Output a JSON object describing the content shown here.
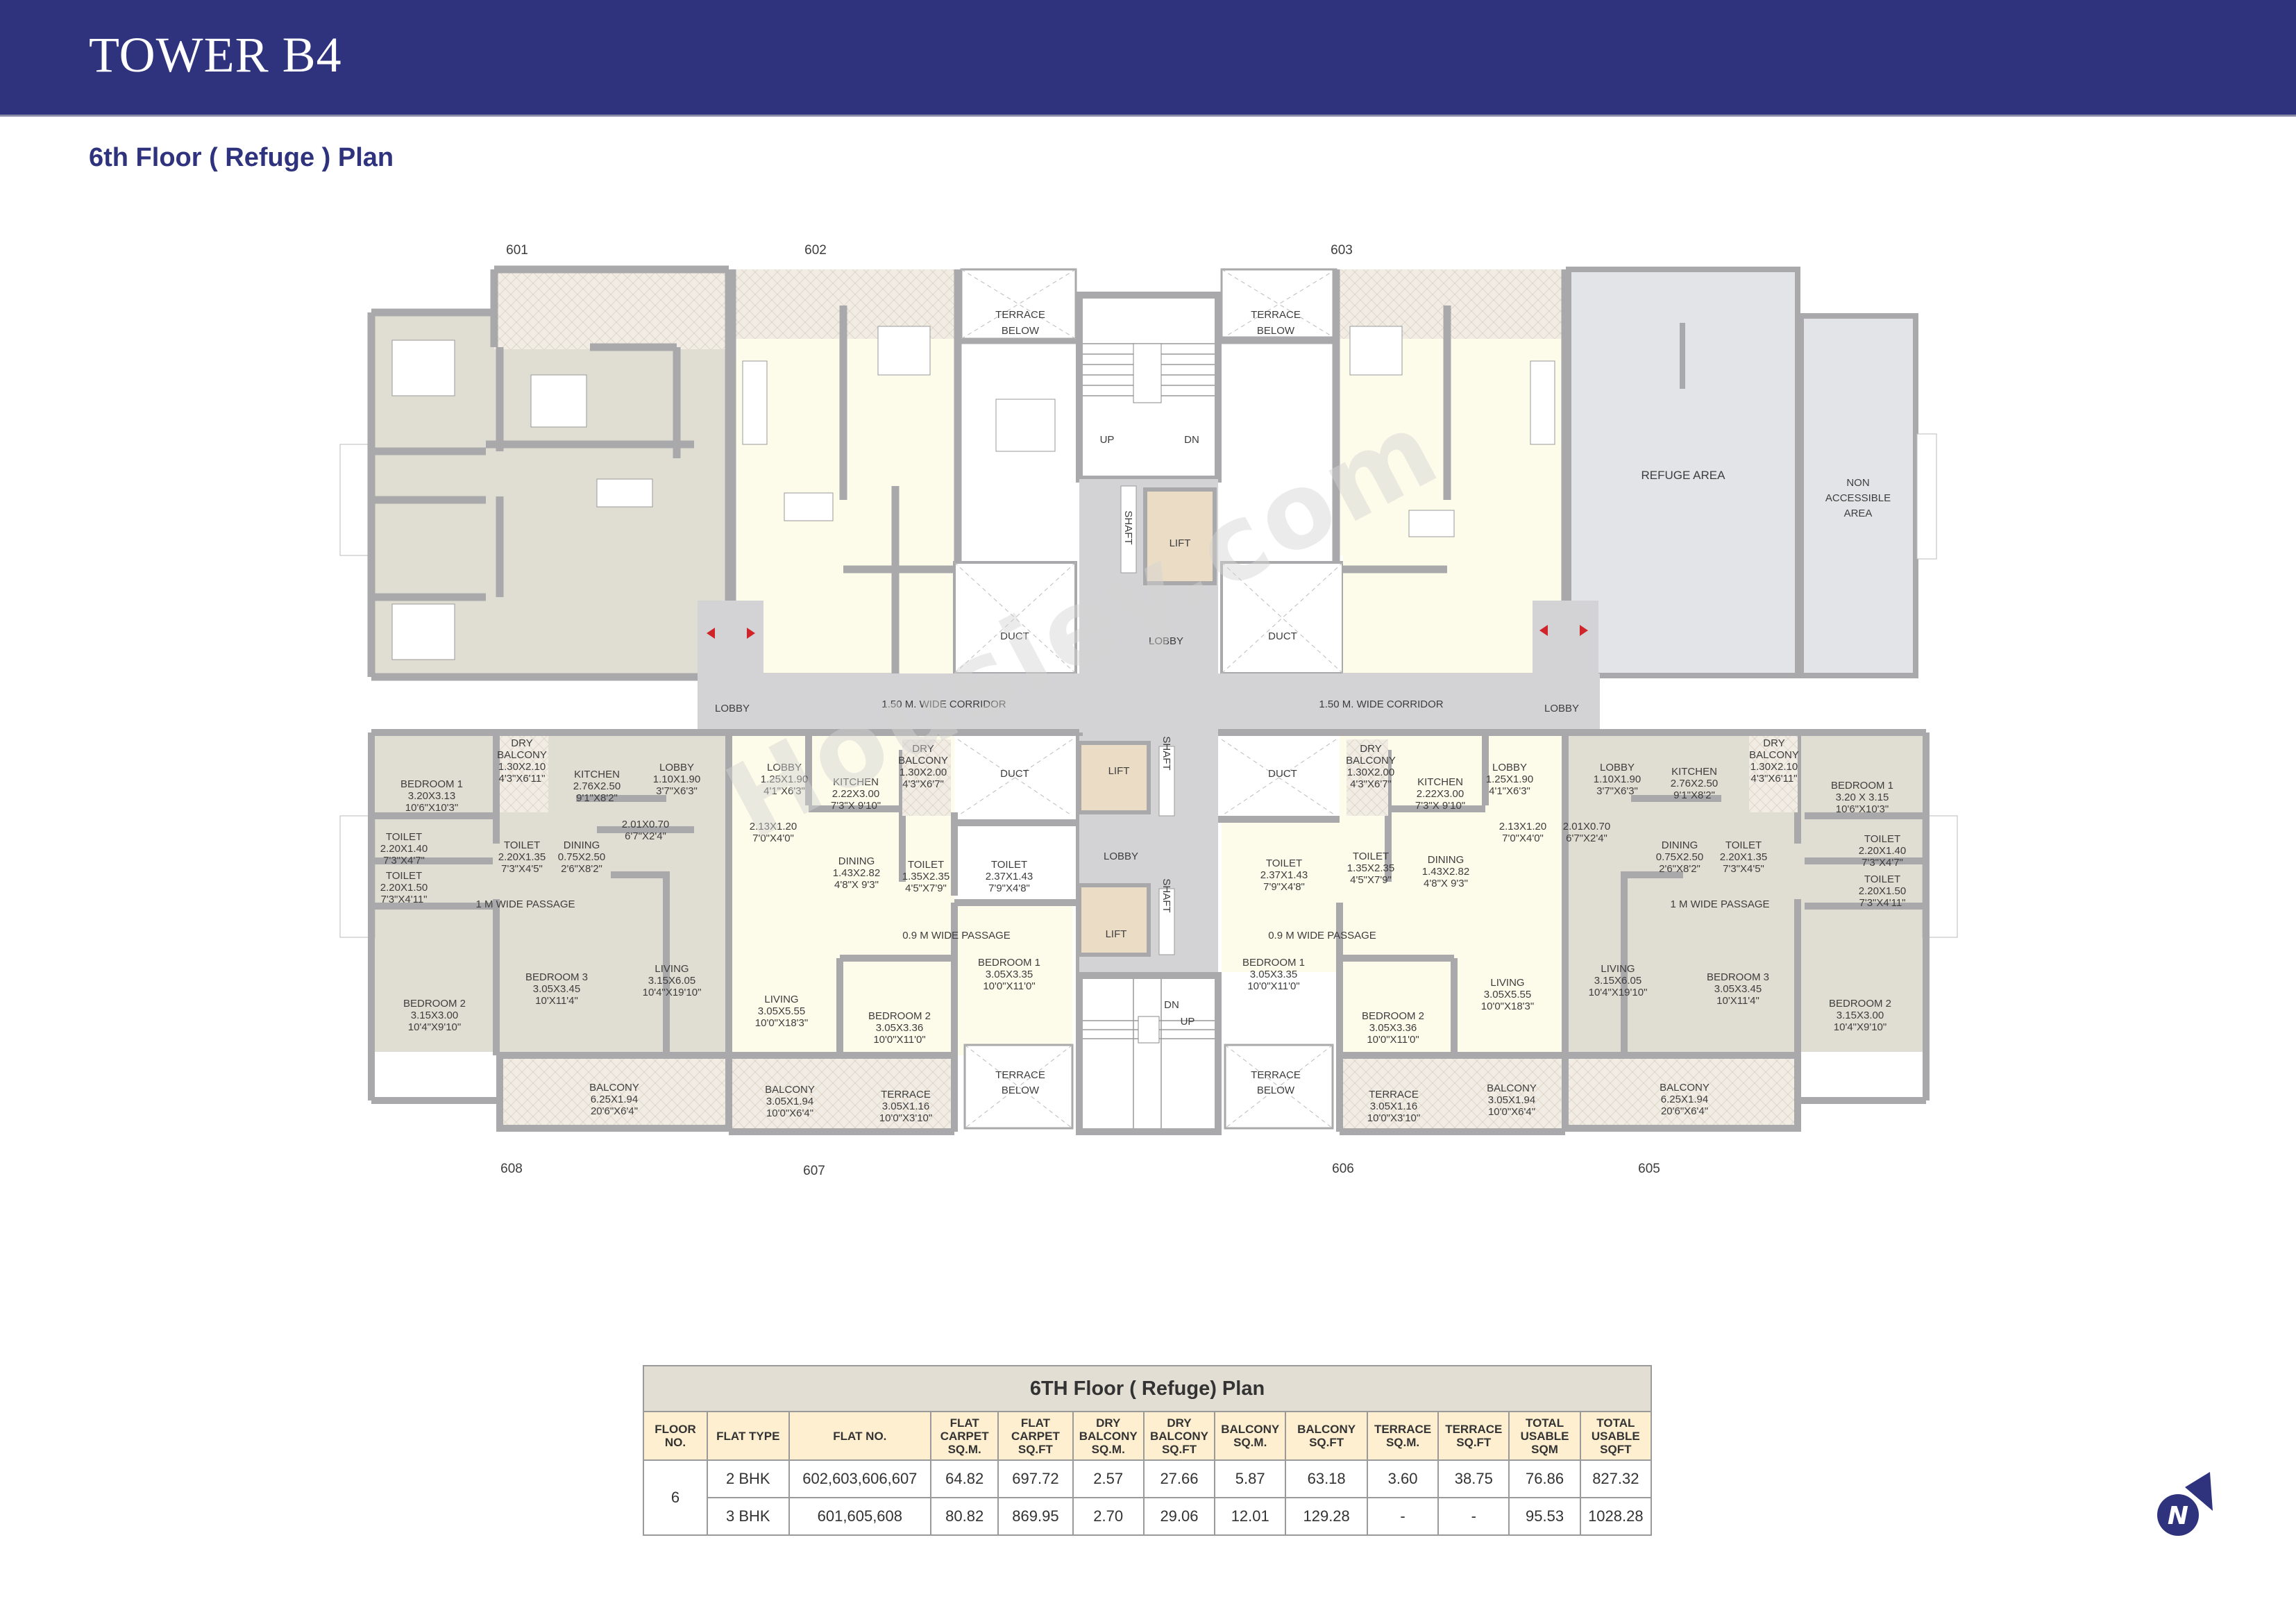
{
  "header": {
    "title": "TOWER B4",
    "subtitle": "6th Floor ( Refuge ) Plan",
    "bar_color": "#2f337e"
  },
  "plan": {
    "units": {
      "u601": "601",
      "u602": "602",
      "u603": "603",
      "u605": "605",
      "u606": "606",
      "u607": "607",
      "u608": "608"
    },
    "core": {
      "terrace_below": "TERRACE",
      "below": "BELOW",
      "up": "UP",
      "dn": "DN",
      "shaft": "SHAFT",
      "lift": "LIFT",
      "lobby": "LOBBY",
      "duct": "DUCT",
      "corridor": "1.50 M. WIDE CORRIDOR"
    },
    "refuge": {
      "refuge_area": "REFUGE AREA",
      "non": "NON",
      "accessible": "ACCESSIBLE",
      "area": "AREA"
    },
    "flat_3bhk_608": {
      "dry_balcony": [
        "DRY",
        "BALCONY",
        "1.30X2.10",
        "4'3\"X6'11\""
      ],
      "kitchen": [
        "KITCHEN",
        "2.76X2.50",
        "9'1\"X8'2\""
      ],
      "lobby": [
        "LOBBY",
        "1.10X1.90",
        "3'7\"X6'3\""
      ],
      "bedroom1": [
        "BEDROOM 1",
        "3.20X3.13",
        "10'6\"X10'3\""
      ],
      "toilet_a": [
        "TOILET",
        "2.20X1.35",
        "7'3\"X4'5\""
      ],
      "dining": [
        "DINING",
        "0.75X2.50",
        "2'6\"X8'2\""
      ],
      "foyer": [
        "2.01X0.70",
        "6'7\"X2'4\""
      ],
      "toilet_b": [
        "TOILET",
        "2.20X1.40",
        "7'3\"X4'7\""
      ],
      "toilet_c": [
        "TOILET",
        "2.20X1.50",
        "7'3\"X4'11\""
      ],
      "passage": "1 M WIDE PASSAGE",
      "bedroom3": [
        "BEDROOM 3",
        "3.05X3.45",
        "10'X11'4\""
      ],
      "living": [
        "LIVING",
        "3.15X6.05",
        "10'4\"X19'10\""
      ],
      "bedroom2": [
        "BEDROOM 2",
        "3.15X3.00",
        "10'4\"X9'10\""
      ],
      "balcony": [
        "BALCONY",
        "6.25X1.94",
        "20'6\"X6'4\""
      ]
    },
    "flat_2bhk_607": {
      "lobby": [
        "LOBBY",
        "1.25X1.90",
        "4'1\"X6'3\""
      ],
      "kitchen": [
        "KITCHEN",
        "2.22X3.00",
        "7'3\"X 9'10\""
      ],
      "dry_balcony": [
        "DRY",
        "BALCONY",
        "1.30X2.00",
        "4'3\"X6'7\""
      ],
      "foyer": [
        "2.13X1.20",
        "7'0\"X4'0\""
      ],
      "dining": [
        "DINING",
        "1.43X2.82",
        "4'8\"X 9'3\""
      ],
      "toilet_a": [
        "TOILET",
        "1.35X2.35",
        "4'5\"X7'9\""
      ],
      "toilet_b": [
        "TOILET",
        "2.37X1.43",
        "7'9\"X4'8\""
      ],
      "passage": "0.9 M WIDE PASSAGE",
      "bedroom1": [
        "BEDROOM 1",
        "3.05X3.35",
        "10'0\"X11'0\""
      ],
      "living": [
        "LIVING",
        "3.05X5.55",
        "10'0\"X18'3\""
      ],
      "bedroom2": [
        "BEDROOM 2",
        "3.05X3.36",
        "10'0\"X11'0\""
      ],
      "balcony": [
        "BALCONY",
        "3.05X1.94",
        "10'0\"X6'4\""
      ],
      "terrace": [
        "TERRACE",
        "3.05X1.16",
        "10'0\"X3'10\""
      ]
    },
    "flat_3bhk_605": {
      "bedroom1": [
        "BEDROOM 1",
        "3.20 X 3.15",
        "10'6\"X10'3\""
      ]
    }
  },
  "table": {
    "title": "6TH Floor ( Refuge) Plan",
    "headers": [
      "FLOOR NO.",
      "FLAT TYPE",
      "FLAT NO.",
      "FLAT CARPET SQ.M.",
      "FLAT CARPET SQ.FT",
      "DRY BALCONY SQ.M.",
      "DRY BALCONY SQ.FT",
      "BALCONY SQ.M.",
      "BALCONY SQ.FT",
      "TERRACE SQ.M.",
      "TERRACE SQ.FT",
      "TOTAL USABLE SQM",
      "TOTAL USABLE SQFT"
    ],
    "floor_no": "6",
    "rows": [
      {
        "flat_type": "2 BHK",
        "flat_no": "602,603,606,607",
        "carpet_sqm": "64.82",
        "carpet_sqft": "697.72",
        "dry_bal_sqm": "2.57",
        "dry_bal_sqft": "27.66",
        "bal_sqm": "5.87",
        "bal_sqft": "63.18",
        "terr_sqm": "3.60",
        "terr_sqft": "38.75",
        "total_sqm": "76.86",
        "total_sqft": "827.32"
      },
      {
        "flat_type": "3 BHK",
        "flat_no": "601,605,608",
        "carpet_sqm": "80.82",
        "carpet_sqft": "869.95",
        "dry_bal_sqm": "2.70",
        "dry_bal_sqft": "29.06",
        "bal_sqm": "12.01",
        "bal_sqft": "129.28",
        "terr_sqm": "-",
        "terr_sqft": "-",
        "total_sqm": "95.53",
        "total_sqft": "1028.28"
      }
    ]
  },
  "watermark": "Housiey.com",
  "compass": {
    "icon": "north-arrow-icon",
    "letter": "N",
    "color": "#2f337e"
  }
}
